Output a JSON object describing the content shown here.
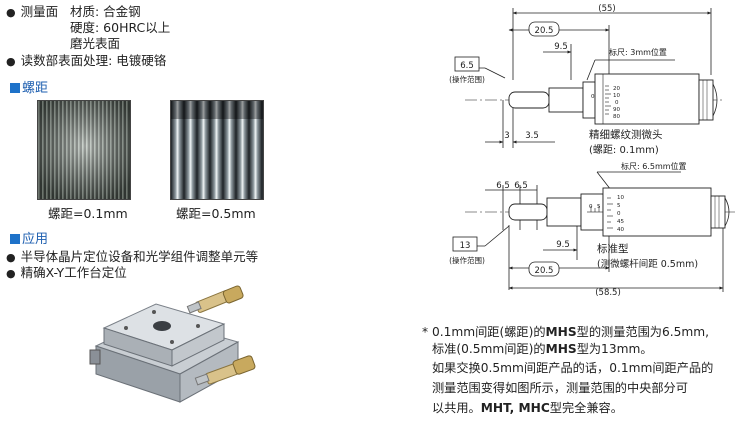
{
  "spec": {
    "measure_face_label": "测量面",
    "material": "材质: 合金钢",
    "hardness": "硬度: 60HRC以上",
    "finish": "磨光表面",
    "readout_surface": "读数部表面处理: 电镀硬铬"
  },
  "pitch": {
    "heading": "螺距",
    "label_01": "螺距=0.1mm",
    "label_05": "螺距=0.5mm"
  },
  "applications": {
    "heading": "应用",
    "items": [
      "半导体晶片定位设备和光学组件调整单元等",
      "精确X-Y工作台定位"
    ]
  },
  "drawing": {
    "dim_55": "(55)",
    "dim_205_top": "20.5",
    "dim_95_top": "9.5",
    "dim_65_top": "6.5",
    "operating_range": "(操作范围)",
    "dim_3": "3",
    "dim_35": "3.5",
    "scale_3mm": "标尺: 3mm位置",
    "fine_title": "精细螺纹测微头",
    "fine_pitch": "(螺距: 0.1mm)",
    "dim_65_a": "6.5",
    "dim_65_b": "6.5",
    "scale_65mm": "标尺: 6.5mm位置",
    "dim_13": "13",
    "dim_95_bot": "9.5",
    "dim_205_bot": "20.5",
    "dim_585": "(58.5)",
    "std_title": "标准型",
    "std_pitch": "(测微螺杆间距 0.5mm)",
    "thimble_top": [
      "20",
      "10",
      "0",
      "90",
      "80"
    ],
    "thimble_bot": [
      "10",
      "5",
      "0",
      "45",
      "40"
    ],
    "sleeve_top": "0",
    "sleeve_bot": [
      "0",
      "5"
    ]
  },
  "note": {
    "star": "*",
    "l1_a": "0.1mm间距(螺距)的",
    "l1_b": "MHS",
    "l1_c": "型的测量范围为6.5mm,",
    "l2_a": "标准(0.5mm间距)的",
    "l2_b": "MHS",
    "l2_c": "型为13mm。",
    "l3": "如果交换0.5mm间距产品的话，0.1mm间距产品的",
    "l4": "测量范围变得如图所示，测量范围的中央部分可",
    "l5_a": "以共用。",
    "l5_b": "MHT, MHC",
    "l5_c": "型完全兼容。"
  }
}
